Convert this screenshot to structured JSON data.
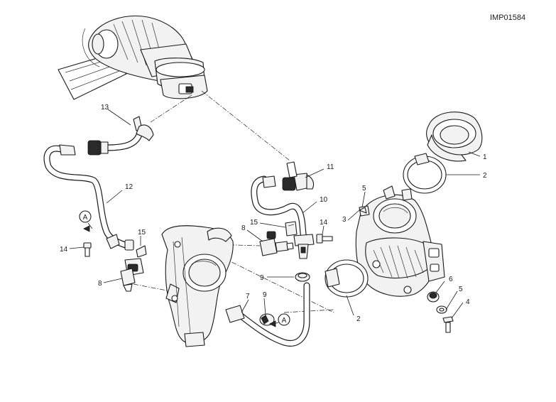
{
  "drawing_id": "IMP01584",
  "ref_marker": "A",
  "callouts": {
    "c1": "1",
    "c2a": "2",
    "c2b": "2",
    "c3": "3",
    "c4": "4",
    "c5a": "5",
    "c5b": "5",
    "c6": "6",
    "c7": "7",
    "c8a": "8",
    "c8b": "8",
    "c9a": "9",
    "c9b": "9",
    "c10": "10",
    "c11": "11",
    "c12": "12",
    "c13": "13",
    "c14a": "14",
    "c14b": "14",
    "c15a": "15",
    "c15b": "15"
  },
  "colors": {
    "line": "#1a1a1a",
    "fill": "#f2f2f2",
    "background": "#ffffff"
  }
}
